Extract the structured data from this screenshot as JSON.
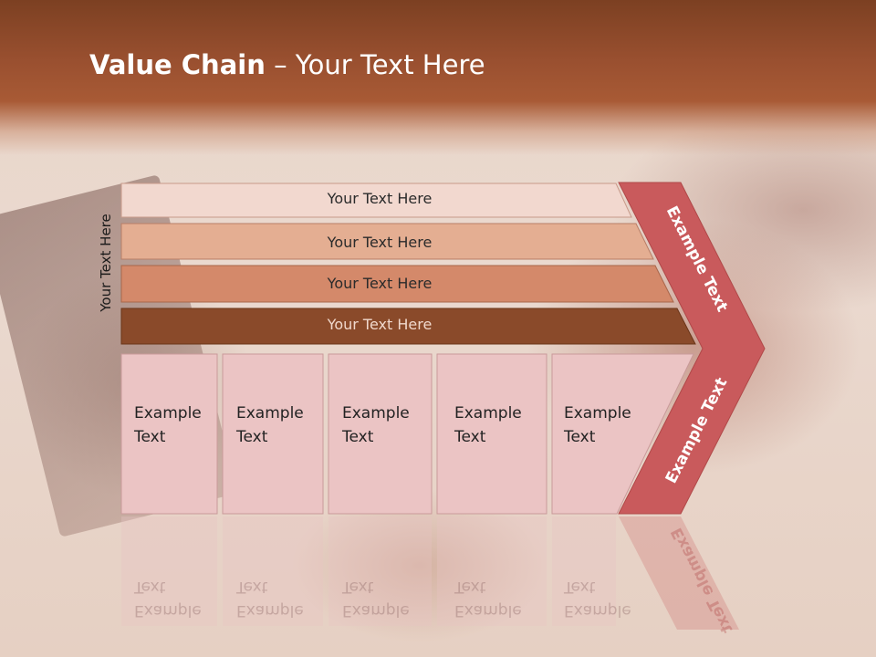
{
  "slide": {
    "title_bold": "Value Chain",
    "title_rest": " – Your Text Here",
    "side_label": "Your Text Here"
  },
  "bars": [
    {
      "label": "Your Text Here",
      "color": "#f2d8cf"
    },
    {
      "label": "Your Text Here",
      "color": "#e4ae92"
    },
    {
      "label": "Your Text Here",
      "color": "#d4896a"
    },
    {
      "label": "Your Text Here",
      "color": "#8a4a2a"
    }
  ],
  "boxes": [
    {
      "label": "Example\nText"
    },
    {
      "label": "Example\nText"
    },
    {
      "label": "Example\nText"
    },
    {
      "label": "Example\nText"
    },
    {
      "label": "Example\nText"
    }
  ],
  "chevron": {
    "top_label": "Example Text",
    "bottom_label": "Example Text",
    "color": "#c95a5c"
  },
  "colors": {
    "header": "#9a5030",
    "box_fill": "#ebc4c4"
  }
}
